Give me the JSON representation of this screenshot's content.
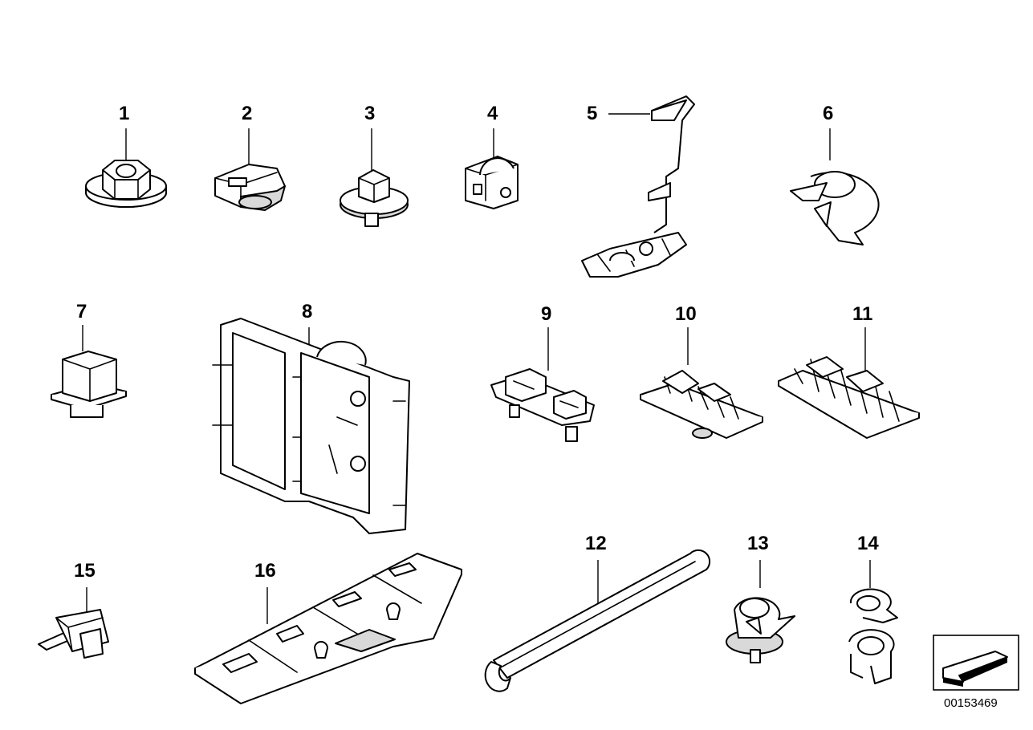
{
  "parts": [
    {
      "id": "part-1",
      "label": "1"
    },
    {
      "id": "part-2",
      "label": "2"
    },
    {
      "id": "part-3",
      "label": "3"
    },
    {
      "id": "part-4",
      "label": "4"
    },
    {
      "id": "part-5",
      "label": "5"
    },
    {
      "id": "part-6",
      "label": "6"
    },
    {
      "id": "part-7",
      "label": "7"
    },
    {
      "id": "part-8",
      "label": "8"
    },
    {
      "id": "part-9",
      "label": "9"
    },
    {
      "id": "part-10",
      "label": "10"
    },
    {
      "id": "part-11",
      "label": "11"
    },
    {
      "id": "part-12",
      "label": "12"
    },
    {
      "id": "part-13",
      "label": "13"
    },
    {
      "id": "part-14",
      "label": "14"
    },
    {
      "id": "part-15",
      "label": "15"
    },
    {
      "id": "part-16",
      "label": "16"
    }
  ],
  "diagram_number": "00153469",
  "icons": {
    "orientation": "arrow-box-icon"
  }
}
